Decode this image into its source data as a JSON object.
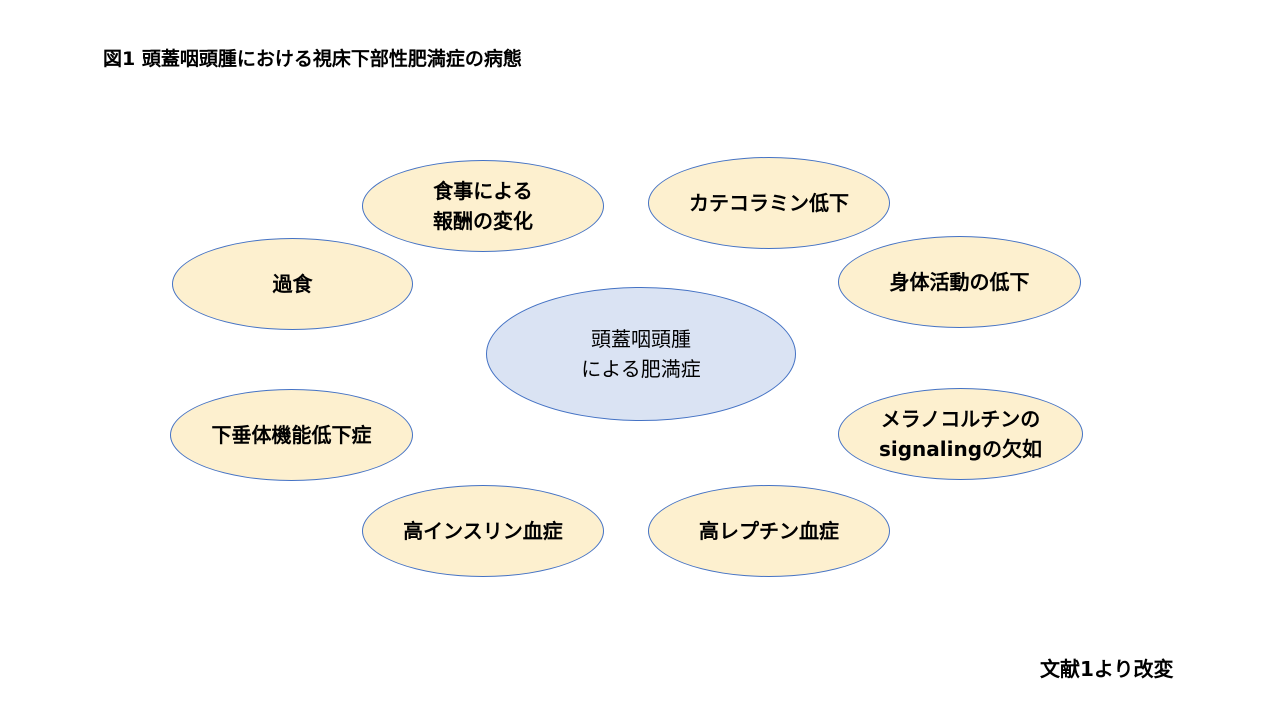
{
  "title": "図1 頭蓋咽頭腫における視床下部性肥満症の病態",
  "source": "文献1より改変",
  "colors": {
    "factor_fill": "#fdf0cf",
    "center_fill": "#dae3f3",
    "outline": "#4472c4"
  },
  "center": {
    "lines": [
      "頭蓋咽頭腫",
      "による肥満症"
    ]
  },
  "factors": [
    {
      "lines": [
        "食事による",
        "報酬の変化"
      ]
    },
    {
      "lines": [
        "カテコラミン低下"
      ]
    },
    {
      "lines": [
        "過食"
      ]
    },
    {
      "lines": [
        "身体活動の低下"
      ]
    },
    {
      "lines": [
        "下垂体機能低下症"
      ]
    },
    {
      "lines": [
        "メラノコルチンの",
        "signalingの欠如"
      ]
    },
    {
      "lines": [
        "高インスリン血症"
      ]
    },
    {
      "lines": [
        "高レプチン血症"
      ]
    }
  ]
}
